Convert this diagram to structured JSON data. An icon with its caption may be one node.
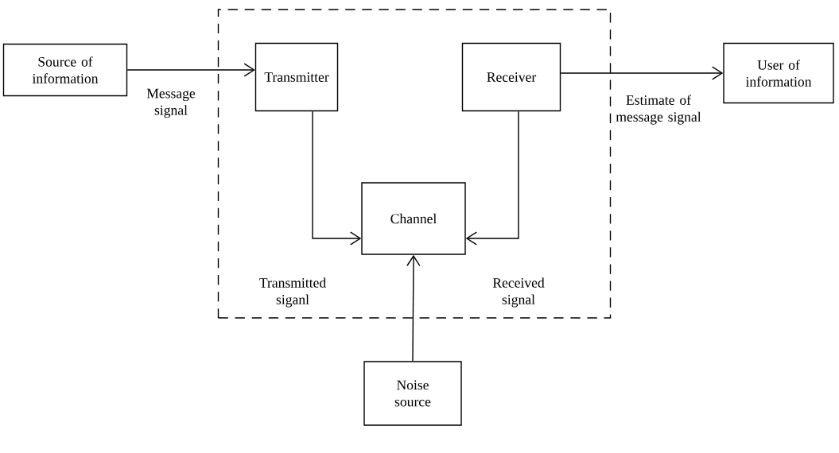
{
  "diagram": {
    "nodes": [
      {
        "text": [
          "Source of information"
        ]
      },
      {
        "text": [],
        "shape": "box"
      },
      {
        "text": [
          "Transmitter"
        ],
        "in": 1
      },
      {
        "text": [
          "Receiver"
        ],
        "in": 1
      },
      {
        "text": [
          "User of information"
        ]
      },
      {
        "text": [
          "Channel"
        ],
        "in": 1
      },
      {
        "text": [
          "Noise source"
        ]
      }
    ],
    "edges": [
      {
        "from": 0,
        "to": 2,
        "arrow": "to",
        "label": "Message signal"
      },
      {
        "from": 3,
        "to": 4,
        "arrow": "to",
        "label": "Estimate of message signal"
      },
      {
        "from": 2,
        "to": 5,
        "arrow": "to",
        "label": "Transmitted siganl"
      },
      {
        "from": 3,
        "to": 5,
        "arrow": "to",
        "label": "Received signal"
      },
      {
        "from": 6,
        "to": 5,
        "arrow": "to"
      }
    ]
  }
}
